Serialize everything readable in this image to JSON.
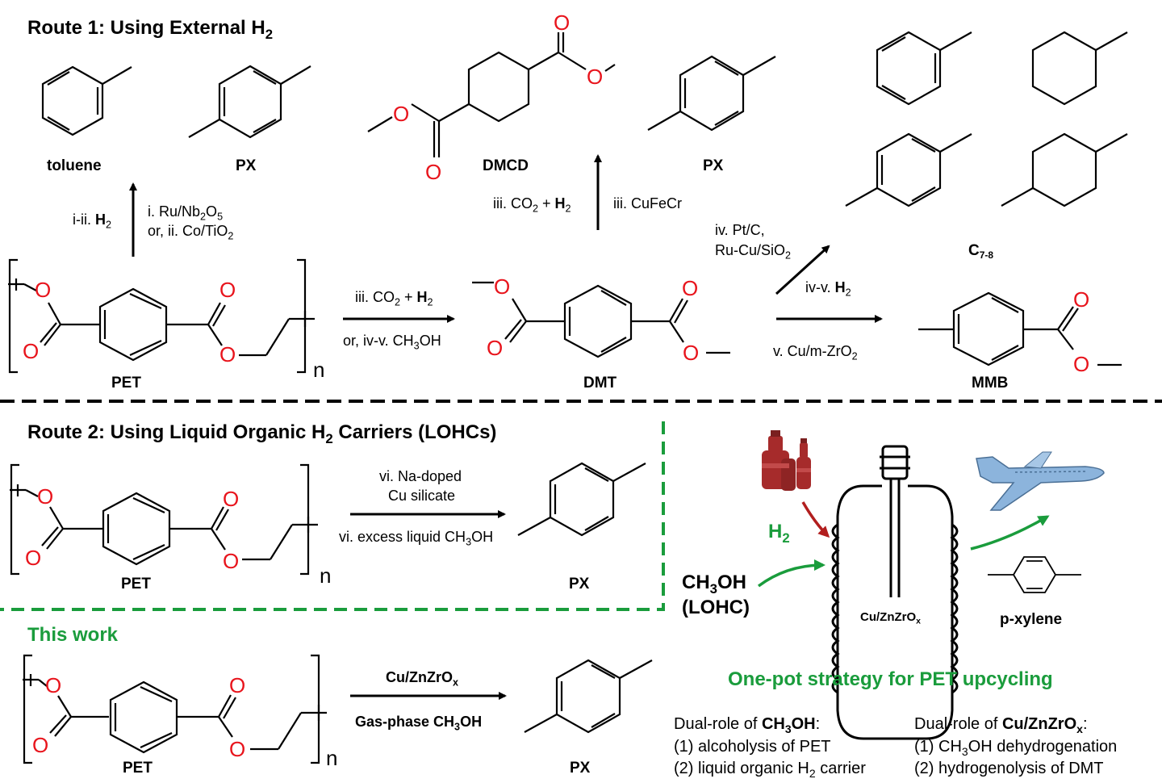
{
  "route1": {
    "title_prefix": "Route 1: Using External H",
    "title_sub": "2",
    "labels": {
      "toluene": "toluene",
      "px": "PX",
      "dmcd": "DMCD",
      "pet": "PET",
      "dmt": "DMT",
      "mmb": "MMB",
      "c78_main": "C",
      "c78_sub": "7-8",
      "n": "n"
    },
    "conditions": {
      "i_ii_left_a": "i-ii. ",
      "i_ii_left_b": "H",
      "i_ii_left_c": "2",
      "i_right_1a": "i.  Ru/Nb",
      "i_right_1b": "2",
      "i_right_1c": "O",
      "i_right_1d": "5",
      "i_right_2a": "or, ii. Co/TiO",
      "i_right_2b": "2",
      "iii_up_left_a": "iii. CO",
      "iii_up_left_b": "2",
      "iii_up_left_c": " + ",
      "iii_up_left_d": "H",
      "iii_up_left_e": "2",
      "iii_up_right": "iii. CuFeCr",
      "mid_top_a": "iii. CO",
      "mid_top_b": "2",
      "mid_top_c": " + ",
      "mid_top_d": "H",
      "mid_top_e": "2",
      "mid_bottom_a": "or, iv-v. CH",
      "mid_bottom_b": "3",
      "mid_bottom_c": "OH",
      "iv_1": "iv. Pt/C,",
      "iv_2a": "Ru-Cu/SiO",
      "iv_2b": "2",
      "iv_v_a": "iv-v. ",
      "iv_v_b": "H",
      "iv_v_c": "2",
      "v_a": "v. Cu/m-ZrO",
      "v_b": "2"
    }
  },
  "route2": {
    "title_prefix": "Route 2: Using Liquid Organic H",
    "title_sub": "2",
    "title_suffix": " Carriers (LOHCs)",
    "cond_top_1": "vi. Na-doped",
    "cond_top_2": "Cu silicate",
    "cond_bottom_a": "vi. excess liquid CH",
    "cond_bottom_b": "3",
    "cond_bottom_c": "OH",
    "pet": "PET",
    "px": "PX",
    "n": "n"
  },
  "this_work": {
    "title": "This work",
    "cond_top_a": "Cu/ZnZrO",
    "cond_top_b": "x",
    "cond_bottom_a": "Gas-phase CH",
    "cond_bottom_b": "3",
    "cond_bottom_c": "OH",
    "pet": "PET",
    "px": "PX",
    "n": "n"
  },
  "strategy": {
    "h2_a": "H",
    "h2_b": "2",
    "ch3oh_a": "CH",
    "ch3oh_b": "3",
    "ch3oh_c": "OH",
    "lohc": "(LOHC)",
    "reactor_a": "Cu/ZnZrO",
    "reactor_b": "x",
    "pxylene": "p-xylene",
    "title": "One-pot strategy for PET upcycling",
    "left_head_a": "Dual-role of ",
    "left_head_b": "CH",
    "left_head_c": "3",
    "left_head_d": "OH",
    "left_head_e": ":",
    "left_1": "(1) alcoholysis of PET",
    "left_2a": "(2) liquid organic H",
    "left_2b": "2",
    "left_2c": " carrier",
    "right_head_a": "Dual-role of ",
    "right_head_b": "Cu/ZnZrO",
    "right_head_c": "x",
    "right_head_d": ":",
    "right_1a": "(1) CH",
    "right_1b": "3",
    "right_1c": "OH dehydrogenation",
    "right_2": "(2) hydrogenolysis of DMT"
  },
  "colors": {
    "oxygen": "#e8141c",
    "green": "#1a9c3c",
    "bottle": "#a62b2b",
    "plane": "#8cb4dc"
  }
}
